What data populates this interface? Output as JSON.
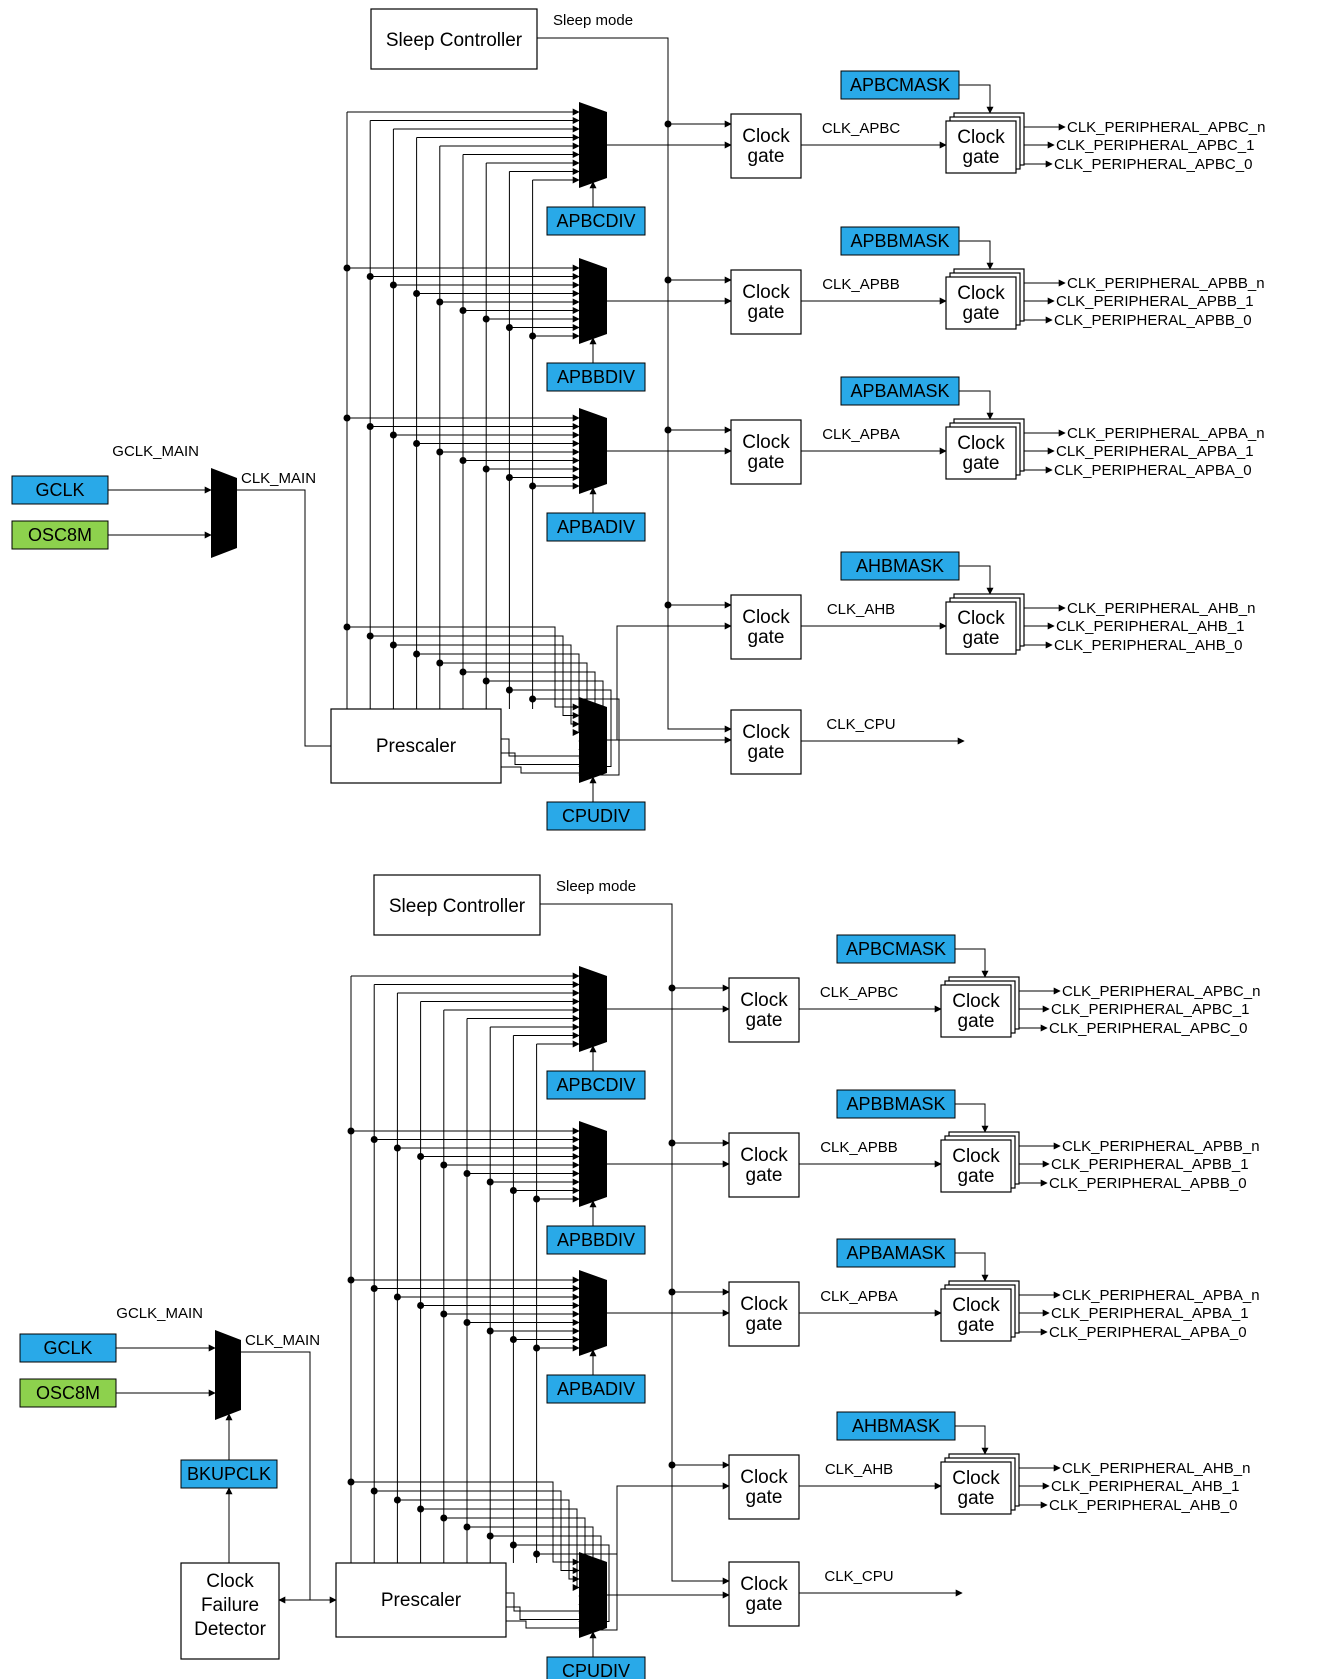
{
  "diagrams": [
    {
      "sleep_controller": "Sleep Controller",
      "sleep_mode": "Sleep mode",
      "gclk_main": "GCLK_MAIN",
      "clk_main": "CLK_MAIN",
      "gclk": "GCLK",
      "osc8m": "OSC8M",
      "prescaler": "Prescaler",
      "cpudiv": "CPUDIV",
      "clock_gate_line1": "Clock",
      "clock_gate_line2": "gate",
      "buses": [
        {
          "clk": "CLK_APBC",
          "div": "APBCDIV",
          "mask": "APBCMASK",
          "outputs": [
            "CLK_PERIPHERAL_APBC_n",
            "CLK_PERIPHERAL_APBC_1",
            "CLK_PERIPHERAL_APBC_0"
          ]
        },
        {
          "clk": "CLK_APBB",
          "div": "APBBDIV",
          "mask": "APBBMASK",
          "outputs": [
            "CLK_PERIPHERAL_APBB_n",
            "CLK_PERIPHERAL_APBB_1",
            "CLK_PERIPHERAL_APBB_0"
          ]
        },
        {
          "clk": "CLK_APBA",
          "div": "APBADIV",
          "mask": "APBAMASK",
          "outputs": [
            "CLK_PERIPHERAL_APBA_n",
            "CLK_PERIPHERAL_APBA_1",
            "CLK_PERIPHERAL_APBA_0"
          ]
        },
        {
          "clk": "CLK_AHB",
          "div": "",
          "mask": "AHBMASK",
          "outputs": [
            "CLK_PERIPHERAL_AHB_n",
            "CLK_PERIPHERAL_AHB_1",
            "CLK_PERIPHERAL_AHB_0"
          ]
        }
      ],
      "clk_cpu": "CLK_CPU"
    },
    {
      "sleep_controller": "Sleep Controller",
      "sleep_mode": "Sleep mode",
      "gclk_main": "GCLK_MAIN",
      "clk_main": "CLK_MAIN",
      "gclk": "GCLK",
      "osc8m": "OSC8M",
      "bkupclk": "BKUPCLK",
      "clock_failure_detector": [
        "Clock",
        "Failure",
        "Detector"
      ],
      "prescaler": "Prescaler",
      "cpudiv": "CPUDIV",
      "clock_gate_line1": "Clock",
      "clock_gate_line2": "gate",
      "buses": [
        {
          "clk": "CLK_APBC",
          "div": "APBCDIV",
          "mask": "APBCMASK",
          "outputs": [
            "CLK_PERIPHERAL_APBC_n",
            "CLK_PERIPHERAL_APBC_1",
            "CLK_PERIPHERAL_APBC_0"
          ]
        },
        {
          "clk": "CLK_APBB",
          "div": "APBBDIV",
          "mask": "APBBMASK",
          "outputs": [
            "CLK_PERIPHERAL_APBB_n",
            "CLK_PERIPHERAL_APBB_1",
            "CLK_PERIPHERAL_APBB_0"
          ]
        },
        {
          "clk": "CLK_APBA",
          "div": "APBADIV",
          "mask": "APBAMASK",
          "outputs": [
            "CLK_PERIPHERAL_APBA_n",
            "CLK_PERIPHERAL_APBA_1",
            "CLK_PERIPHERAL_APBA_0"
          ]
        },
        {
          "clk": "CLK_AHB",
          "div": "",
          "mask": "AHBMASK",
          "outputs": [
            "CLK_PERIPHERAL_AHB_n",
            "CLK_PERIPHERAL_AHB_1",
            "CLK_PERIPHERAL_AHB_0"
          ]
        }
      ],
      "clk_cpu": "CLK_CPU"
    }
  ],
  "colors": {
    "register_blue": "#29a9e8",
    "source_green": "#8dd14d",
    "line": "#000000",
    "background": "#ffffff"
  }
}
